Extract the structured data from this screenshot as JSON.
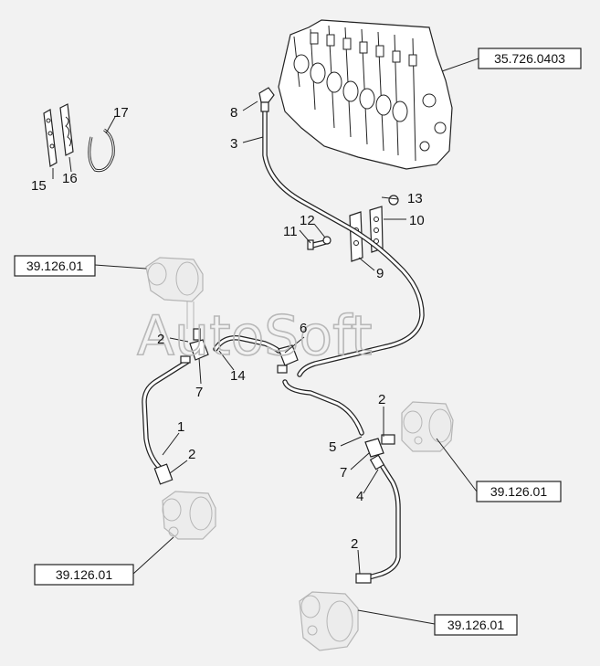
{
  "watermark": "AutoSoft",
  "references": {
    "valve_block": "35.726.0403",
    "cylinder_upper_left": "39.126.01",
    "cylinder_lower_left": "39.126.01",
    "cylinder_right": "39.126.01",
    "cylinder_bottom": "39.126.01"
  },
  "callouts": {
    "c1": "1",
    "c2a": "2",
    "c2b": "2",
    "c2c": "2",
    "c2d": "2",
    "c3": "3",
    "c4": "4",
    "c5": "5",
    "c6": "6",
    "c7a": "7",
    "c7b": "7",
    "c8": "8",
    "c9": "9",
    "c10": "10",
    "c11": "11",
    "c12": "12",
    "c13": "13",
    "c14": "14",
    "c15": "15",
    "c16": "16",
    "c17": "17"
  }
}
